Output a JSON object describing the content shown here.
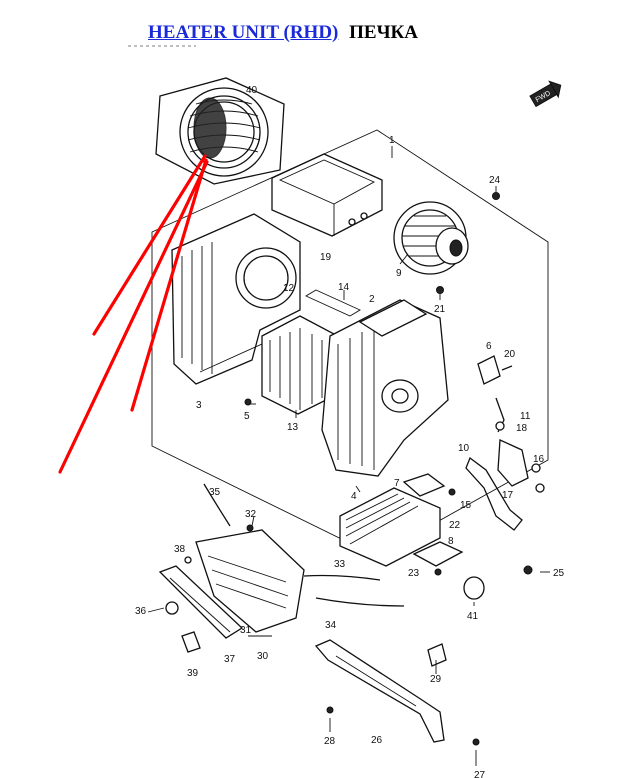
{
  "title": {
    "link_text": "HEATER UNIT (RHD)",
    "subtitle": "ПЕЧКА",
    "link_color": "#1a2ad8"
  },
  "fwd_badge": "FWD",
  "callouts": [
    "1",
    "2",
    "3",
    "4",
    "5",
    "6",
    "7",
    "8",
    "9",
    "10",
    "11",
    "12",
    "13",
    "14",
    "15",
    "16",
    "17",
    "18",
    "19",
    "20",
    "21",
    "22",
    "23",
    "24",
    "25",
    "26",
    "27",
    "28",
    "29",
    "30",
    "31",
    "32",
    "33",
    "34",
    "35",
    "36",
    "37",
    "38",
    "39",
    "40",
    "41"
  ],
  "annotation": {
    "color": "#ff0000",
    "lines": 3
  }
}
